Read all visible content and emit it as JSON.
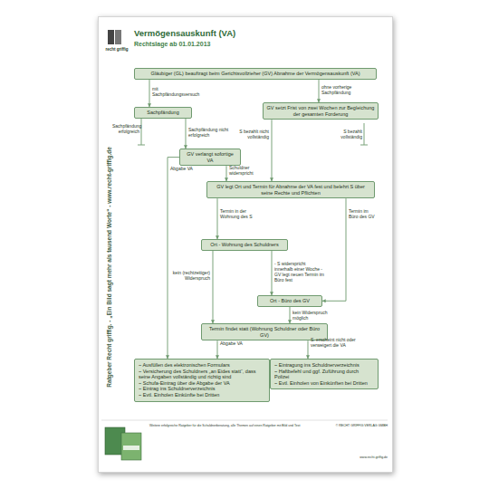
{
  "diagram": {
    "title": "Vermögensauskunft (VA)",
    "caption": "Rechtslage ab 01.01.2013",
    "nodes": [
      {
        "text": [
          "Gläubiger (GL) beauftragt beim Gerichtsvollzieher (GV) Abnahme der Vermögensauskunft (VA)"
        ]
      },
      {
        "text": [
          "Sachpfändung"
        ]
      },
      {
        "text": [
          "GV setzt Frist von zwei Wochen zur Begleichung der gesamten Forderung"
        ]
      },
      {
        "text": [
          "GV verlangt sofortige VA"
        ]
      },
      {
        "text": [
          "GV legt Ort und Termin für Abnahme der VA fest und belehrt S über seine Rechte und Pflichten"
        ]
      },
      {
        "text": [
          "Ort - Wohnung des Schuldners"
        ]
      },
      {
        "text": [
          "Ort - Büro des GV"
        ]
      },
      {
        "text": [
          "Termin findet statt (Wohnung Schuldner oder Büro GV)"
        ]
      },
      {
        "text": [
          "~ Ausfüllen des elektronischen Formulars",
          "~ Versicherung des Schuldners „an Eides statt“, dass seine Angaben vollständig und richtig sind",
          "~ Schufa-Eintrag über die Abgabe der VA",
          "~ Eintrag ins Schuldnerverzeichnis",
          "~ Evtl. Einholen Einkünfte bei Dritten"
        ]
      },
      {
        "text": [
          "~ Eintragung ins Schuldnerverzeichnis",
          "~ Haftbefehl und ggf. Zuführung durch Polizei",
          "~ Evtl. Einholen von Einkünften bei Dritten"
        ]
      }
    ],
    "edges": [
      {
        "from": 0,
        "to": 1,
        "label": "mit Sachpfändungsversuch",
        "arrow": "to"
      },
      {
        "from": 0,
        "to": 2,
        "label": "ohne vorherige Sachpfändung",
        "arrow": "to"
      },
      {
        "from": 1,
        "to": 3,
        "label": "Sachpfändung nicht erfolgreich",
        "arrow": "to"
      },
      {
        "from": 2,
        "to": 4,
        "label": "S bezahlt nicht vollständig",
        "arrow": "to"
      },
      {
        "from": 3,
        "to": 8,
        "label": "Abgabe VA",
        "arrow": "to"
      },
      {
        "from": 3,
        "to": 4,
        "label": "Schuldner widerspricht",
        "arrow": "to"
      },
      {
        "from": 4,
        "to": 5,
        "label": "Termin in der Wohnung des S",
        "arrow": "to"
      },
      {
        "from": 4,
        "to": 6,
        "label": "Termin im Büro des GV",
        "arrow": "to"
      },
      {
        "from": 5,
        "to": 7,
        "label": "kein (rechtzeitiger) Widerspruch",
        "arrow": "to"
      },
      {
        "from": 5,
        "to": 6,
        "label": "- S widerspricht innerhalb einer Woche - GV legt neuen Termin im Büro fest",
        "arrow": "to"
      },
      {
        "from": 6,
        "to": 7,
        "label": "kein Widerspruch möglich",
        "arrow": "to"
      },
      {
        "from": 7,
        "to": 8,
        "label": "Abgabe VA",
        "arrow": "to"
      },
      {
        "from": 7,
        "to": 9,
        "label": "S. erscheint nicht oder verweigert die VA",
        "arrow": "to"
      }
    ],
    "labels": [
      "recht griffig",
      "Sachpfändung erfolgreich",
      "S bezahlt vollständig",
      "Ratgeber Recht griffig. - „Ein Bild sagt mehr als tausend Worte“ - www.recht-griffig.de",
      "Weitere erfolgreiche Ratgeber für die Schuldnerberatung, alle Themen auf einen Ratgeber mit Bild und Text",
      "© RECHT GRIFFIG VERLAG GMBH",
      "www.recht-griffig.de"
    ]
  }
}
